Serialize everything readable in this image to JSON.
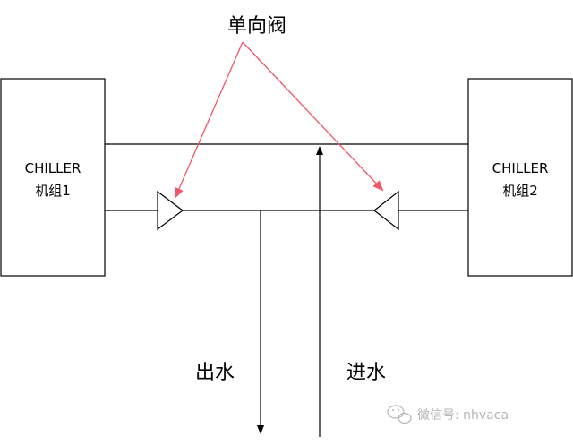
{
  "diagram": {
    "callout_label": "单向阀",
    "chiller_left": {
      "line1": "CHILLER",
      "line2": "机组1"
    },
    "chiller_right": {
      "line1": "CHILLER",
      "line2": "机组2"
    },
    "outlet_label": "出水",
    "inlet_label": "进水",
    "watermark": "微信号: nhvaca"
  },
  "colors": {
    "line": "#000000",
    "callout_arrow": "#f0566a",
    "watermark": "#b5b5b5"
  },
  "icons": {
    "check_valve": "triangle-valve",
    "watermark": "wechat-icon"
  }
}
